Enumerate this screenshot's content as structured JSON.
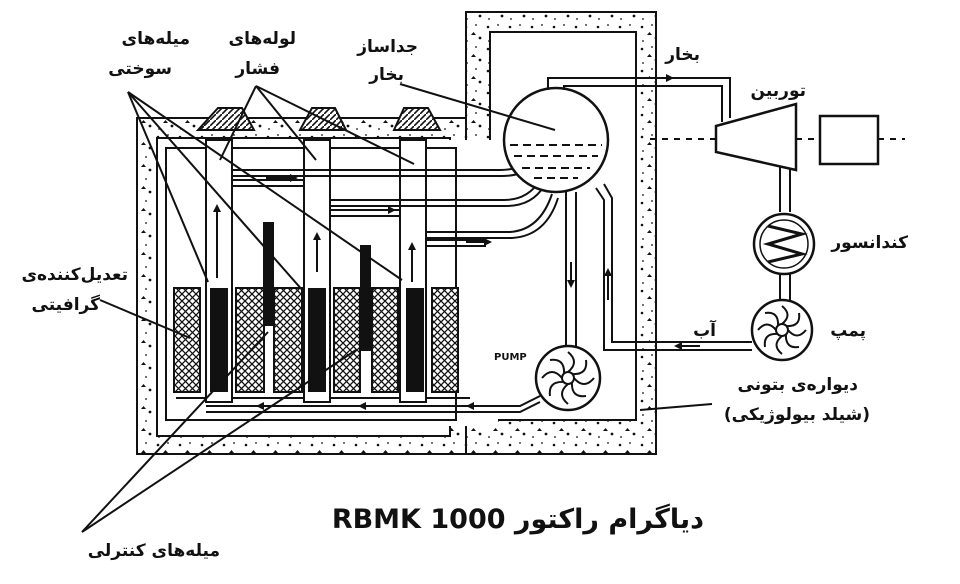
{
  "labels": {
    "fuel_rods": [
      "میله‌های",
      "سوختی"
    ],
    "pressure_tubes": [
      "لوله‌های",
      "فشار"
    ],
    "steam_separator": [
      "جداساز",
      "بخار"
    ],
    "steam": "بخار",
    "turbine": "توربین",
    "condenser": "کندانسور",
    "pump": "پمپ",
    "water": "آب",
    "concrete_wall": [
      "دیواره‌ی بتونی",
      "(شیلد بیولوژیکی)"
    ],
    "moderator": [
      "تعدیل‌کننده‌ی",
      "گرافیتی"
    ],
    "control_rods": "میله‌های کنترلی",
    "pump_word": "PUMP",
    "title": "دیاگرام راکتور RBMK 1000"
  }
}
